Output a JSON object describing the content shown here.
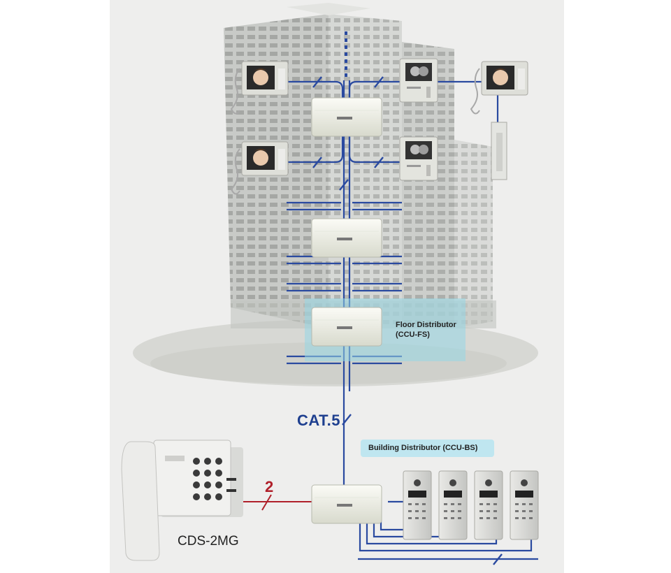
{
  "labels": {
    "cable": "CAT.5",
    "wire_count": "2",
    "phone_model": "CDS-2MG",
    "floor_distributor_line1": "Floor Distributor",
    "floor_distributor_line2": "(CCU-FS)",
    "building_distributor": "Building Distributor (CCU-BS)"
  },
  "colors": {
    "bus_line": "#2a4aa0",
    "phone_line": "#b0202a",
    "highlight": "#a8dcea",
    "building": "#c9cbc8"
  },
  "icons": [
    "building-illustration",
    "video-monitor-icon",
    "distributor-box-icon",
    "door-station-icon",
    "telephone-icon",
    "interphone-unit-icon"
  ]
}
